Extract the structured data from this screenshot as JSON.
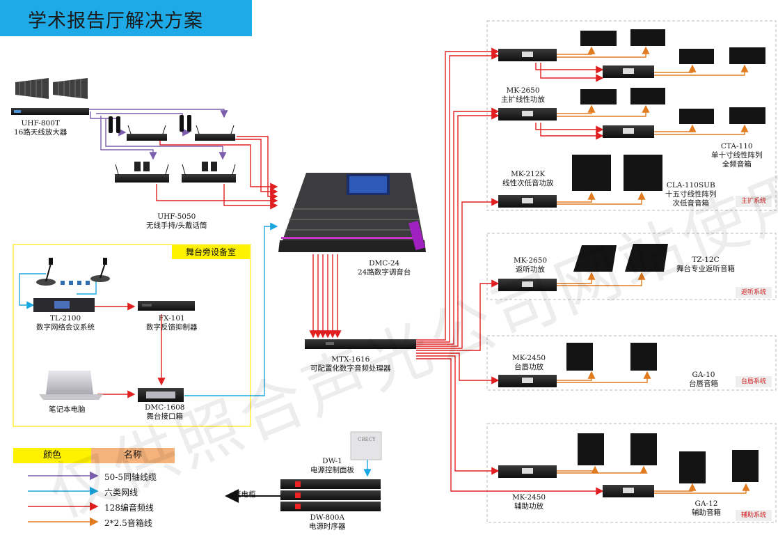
{
  "title": "学术报告厅解决方案",
  "devices": {
    "antenna": {
      "model": "UHF-800T",
      "desc": "16路天线放大器"
    },
    "mic": {
      "model": "UHF-5050",
      "desc": "无线手持/头戴话筒"
    },
    "mixer": {
      "model": "DMC-24",
      "desc": "24路数字调音台"
    },
    "processor": {
      "model": "MTX-1616",
      "desc": "可配置化数字音频处理器"
    },
    "conference": {
      "model": "TL-2100",
      "desc": "数字网络会议系统"
    },
    "feedback": {
      "model": "FX-101",
      "desc": "数字反馈抑制器"
    },
    "laptop": {
      "desc": "笔记本电脑"
    },
    "stagebox": {
      "model": "DMC-1608",
      "desc": "舞台接口箱"
    },
    "power_panel": {
      "model": "DW-1",
      "desc": "电源控制面板"
    },
    "sequencer": {
      "model": "DW-800A",
      "desc": "电源时序器"
    },
    "to_cabinet": "至电柜",
    "main_amp": {
      "model": "MK-2650",
      "desc": "主扩线性功放"
    },
    "sub_amp": {
      "model": "MK-212K",
      "desc": "线性次低音功放"
    },
    "cta": {
      "model": "CTA-110",
      "desc1": "单十寸线性阵列",
      "desc2": "全频音箱"
    },
    "cla": {
      "model": "CLA-110SUB",
      "desc1": "十五寸线性阵列",
      "desc2": "次低音音箱"
    },
    "monitor_amp": {
      "model": "MK-2650",
      "desc": "返听功放"
    },
    "monitor_spk": {
      "model": "TZ-12C",
      "desc": "舞台专业返听音箱"
    },
    "lip_amp": {
      "model": "MK-2450",
      "desc": "台唇功放"
    },
    "lip_spk": {
      "model": "GA-10",
      "desc": "台唇音箱"
    },
    "aux_amp": {
      "model": "MK-2450",
      "desc": "辅助功放"
    },
    "aux_spk": {
      "model": "GA-12",
      "desc": "辅助音箱"
    }
  },
  "room_label": "舞台旁设备室",
  "systems": {
    "main": "主扩系统",
    "monitor": "返听系统",
    "lip": "台唇系统",
    "aux": "辅助系统"
  },
  "legend": {
    "header_color": "颜色",
    "header_name": "名称",
    "items": [
      {
        "name": "50-5同轴线缆",
        "color": "#7b5fad"
      },
      {
        "name": "六类网线",
        "color": "#1aa7e0"
      },
      {
        "name": "128编音频线",
        "color": "#e02020"
      },
      {
        "name": "2*2.5音箱线",
        "color": "#e07b20"
      }
    ]
  },
  "brand": "CRECY",
  "watermark": "仅供照合声光公司网站使用"
}
